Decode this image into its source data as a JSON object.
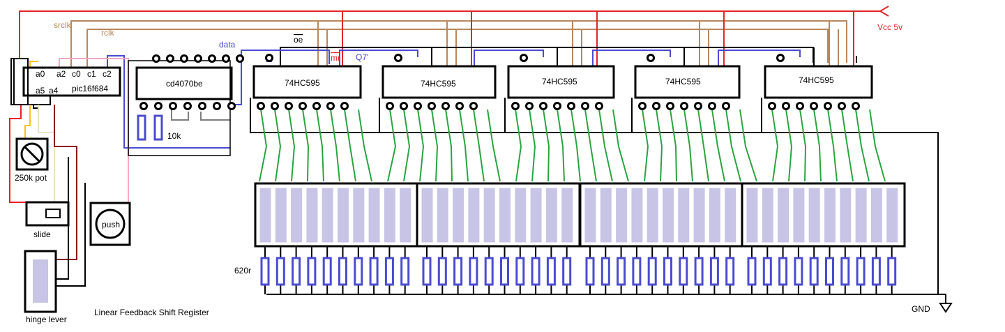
{
  "title": "Linear Feedback Shift Register",
  "colors": {
    "vcc": "#e32528",
    "clock": "#b9885c",
    "data": "#4b4bd0",
    "output": "#2aa440",
    "black": "#000000",
    "bar": "#c8c4e6",
    "gray": "#7f7f7f",
    "yellow": "#f7c21e",
    "tan": "#ece3c4",
    "pink": "#f4a7c4",
    "maroon": "#8b1a1a"
  },
  "labels": {
    "vcc": "Vcc 5v",
    "gnd": "GND",
    "srclk": "srclk",
    "rclk": "rclk",
    "data": "data",
    "oe": "oe",
    "mr": "mr",
    "q7": "Q7'",
    "pot": "250k pot",
    "slide": "slide",
    "push": "push",
    "lever": "hinge lever",
    "resistor_10k": "10k",
    "resistor_620r": "620r"
  },
  "pic": {
    "name": "pic16f684",
    "pins_top": [
      "a0",
      "a2",
      "c0",
      "c1",
      "c2"
    ],
    "pins_bottom": [
      "a5",
      "a4"
    ]
  },
  "xor_chip": {
    "name": "cd4070be"
  },
  "shift_registers": [
    {
      "name": "74HC595"
    },
    {
      "name": "74HC595"
    },
    {
      "name": "74HC595"
    },
    {
      "name": "74HC595"
    },
    {
      "name": "74HC595"
    }
  ],
  "bargraph_count": 4,
  "segments_per_bargraph": 10
}
